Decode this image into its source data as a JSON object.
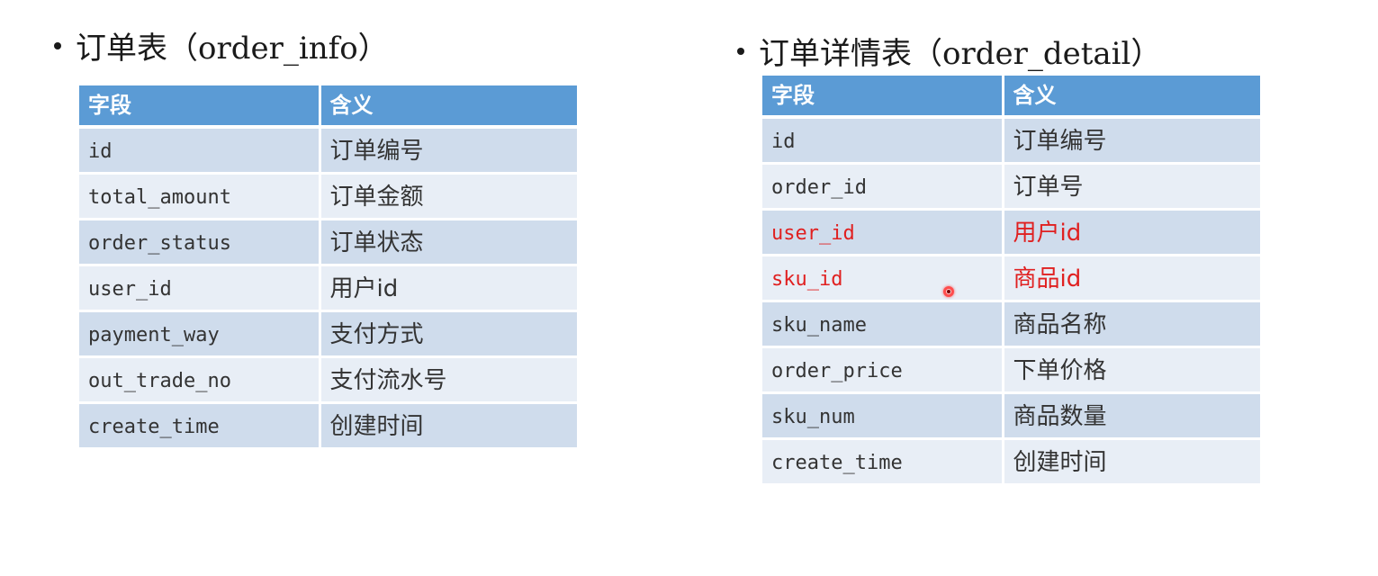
{
  "left": {
    "heading": "订单表（order_info）",
    "columns": [
      "字段",
      "含义"
    ],
    "rows": [
      {
        "field": "id",
        "meaning": "订单编号",
        "highlight": false
      },
      {
        "field": "total_amount",
        "meaning": "订单金额",
        "highlight": false
      },
      {
        "field": "order_status",
        "meaning": "订单状态",
        "highlight": false
      },
      {
        "field": "user_id",
        "meaning": "用户id",
        "highlight": false
      },
      {
        "field": "payment_way",
        "meaning": "支付方式",
        "highlight": false
      },
      {
        "field": "out_trade_no",
        "meaning": "支付流水号",
        "highlight": false
      },
      {
        "field": "create_time",
        "meaning": "创建时间",
        "highlight": false
      }
    ]
  },
  "right": {
    "heading": "订单详情表（order_detail）",
    "columns": [
      "字段",
      "含义"
    ],
    "rows": [
      {
        "field": "id",
        "meaning": "订单编号",
        "highlight": false
      },
      {
        "field": "order_id",
        "meaning": "订单号",
        "highlight": false
      },
      {
        "field": "user_id",
        "meaning": "用户id",
        "highlight": true
      },
      {
        "field": "sku_id",
        "meaning": "商品id",
        "highlight": true
      },
      {
        "field": "sku_name",
        "meaning": "商品名称",
        "highlight": false
      },
      {
        "field": "order_price",
        "meaning": "下单价格",
        "highlight": false
      },
      {
        "field": "sku_num",
        "meaning": "商品数量",
        "highlight": false
      },
      {
        "field": "create_time",
        "meaning": "创建时间",
        "highlight": false
      }
    ]
  },
  "colors": {
    "header_bg": "#5b9bd5",
    "row_odd": "#cfdcec",
    "row_even": "#e8eef6",
    "highlight_text": "#e02020"
  }
}
